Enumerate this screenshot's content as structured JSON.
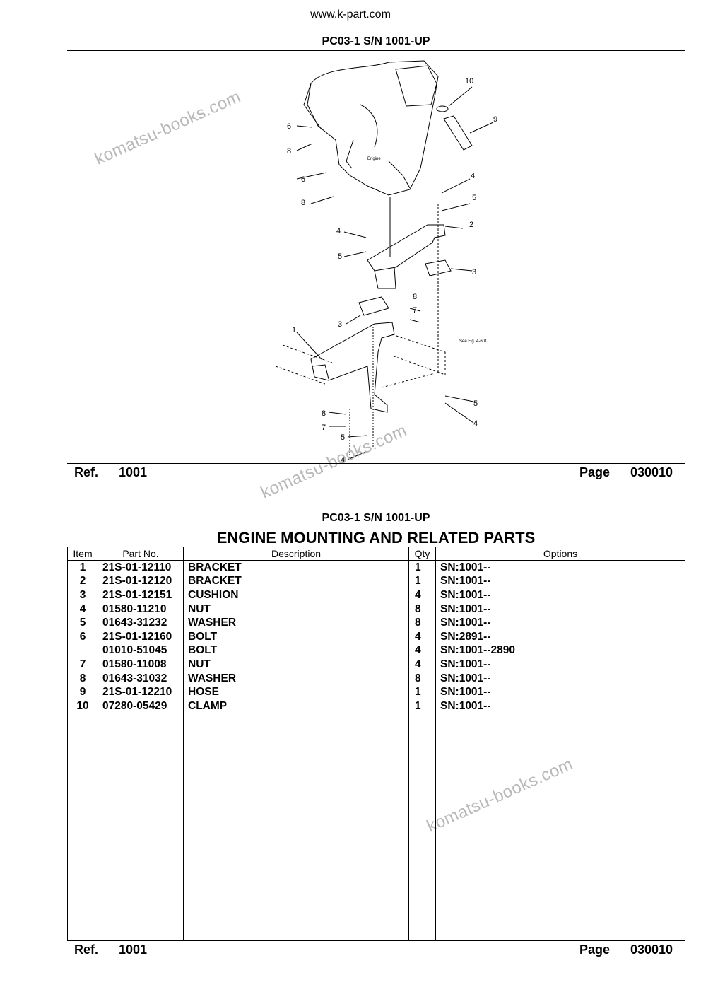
{
  "header": {
    "site": "www.k-part.com",
    "model": "PC03-1 S/N 1001-UP"
  },
  "diagram": {
    "callouts": [
      "1",
      "2",
      "3",
      "4",
      "5",
      "6",
      "7",
      "8",
      "9",
      "10"
    ],
    "engine_label": "Engine",
    "see_fig": "See Fig. 4-601"
  },
  "footer": {
    "ref_label": "Ref.",
    "ref_value": "1001",
    "page_label": "Page",
    "page_value": "030010"
  },
  "parts_section": {
    "model": "PC03-1 S/N 1001-UP",
    "title": "ENGINE MOUNTING AND RELATED PARTS",
    "columns": [
      "Item",
      "Part No.",
      "Description",
      "Qty",
      "Options"
    ],
    "rows": [
      {
        "item": "1",
        "part": "21S-01-12110",
        "desc": "BRACKET",
        "qty": "1",
        "opt": "SN:1001--"
      },
      {
        "item": "2",
        "part": "21S-01-12120",
        "desc": "BRACKET",
        "qty": "1",
        "opt": "SN:1001--"
      },
      {
        "item": "3",
        "part": "21S-01-12151",
        "desc": "CUSHION",
        "qty": "4",
        "opt": "SN:1001--"
      },
      {
        "item": "4",
        "part": "01580-11210",
        "desc": "NUT",
        "qty": "8",
        "opt": "SN:1001--"
      },
      {
        "item": "5",
        "part": "01643-31232",
        "desc": "WASHER",
        "qty": "8",
        "opt": "SN:1001--"
      },
      {
        "item": "6",
        "part": "21S-01-12160",
        "desc": "BOLT",
        "qty": "4",
        "opt": "SN:2891--"
      },
      {
        "item": "",
        "part": "01010-51045",
        "desc": "BOLT",
        "qty": "4",
        "opt": "SN:1001--2890"
      },
      {
        "item": "7",
        "part": "01580-11008",
        "desc": "NUT",
        "qty": "4",
        "opt": "SN:1001--"
      },
      {
        "item": "8",
        "part": "01643-31032",
        "desc": "WASHER",
        "qty": "8",
        "opt": "SN:1001--"
      },
      {
        "item": "9",
        "part": "21S-01-12210",
        "desc": "HOSE",
        "qty": "1",
        "opt": "SN:1001--"
      },
      {
        "item": "10",
        "part": "07280-05429",
        "desc": "CLAMP",
        "qty": "1",
        "opt": "SN:1001--"
      }
    ]
  },
  "watermark": "komatsu-books.com"
}
